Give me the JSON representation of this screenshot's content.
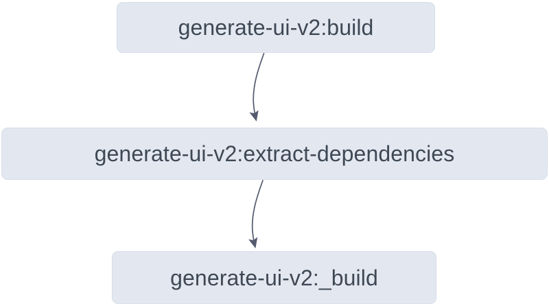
{
  "diagram": {
    "type": "flowchart",
    "direction": "top-to-bottom",
    "background_color": "#ffffff",
    "node_fill_color": "#e3e8f0",
    "node_border_color": "#d6dde8",
    "node_text_color": "#3f4855",
    "edge_color": "#555b6e",
    "nodes": [
      {
        "id": "build",
        "label": "generate-ui-v2:build"
      },
      {
        "id": "extract-dependencies",
        "label": "generate-ui-v2:extract-dependencies"
      },
      {
        "id": "underscore-build",
        "label": "generate-ui-v2:_build"
      }
    ],
    "edges": [
      {
        "id": "edge-build-to-extract",
        "from": "build",
        "to": "extract-dependencies",
        "label": "",
        "arrowhead": "filled-triangle"
      },
      {
        "id": "edge-extract-to-underscore-build",
        "from": "extract-dependencies",
        "to": "underscore-build",
        "label": "",
        "arrowhead": "filled-triangle"
      }
    ]
  }
}
